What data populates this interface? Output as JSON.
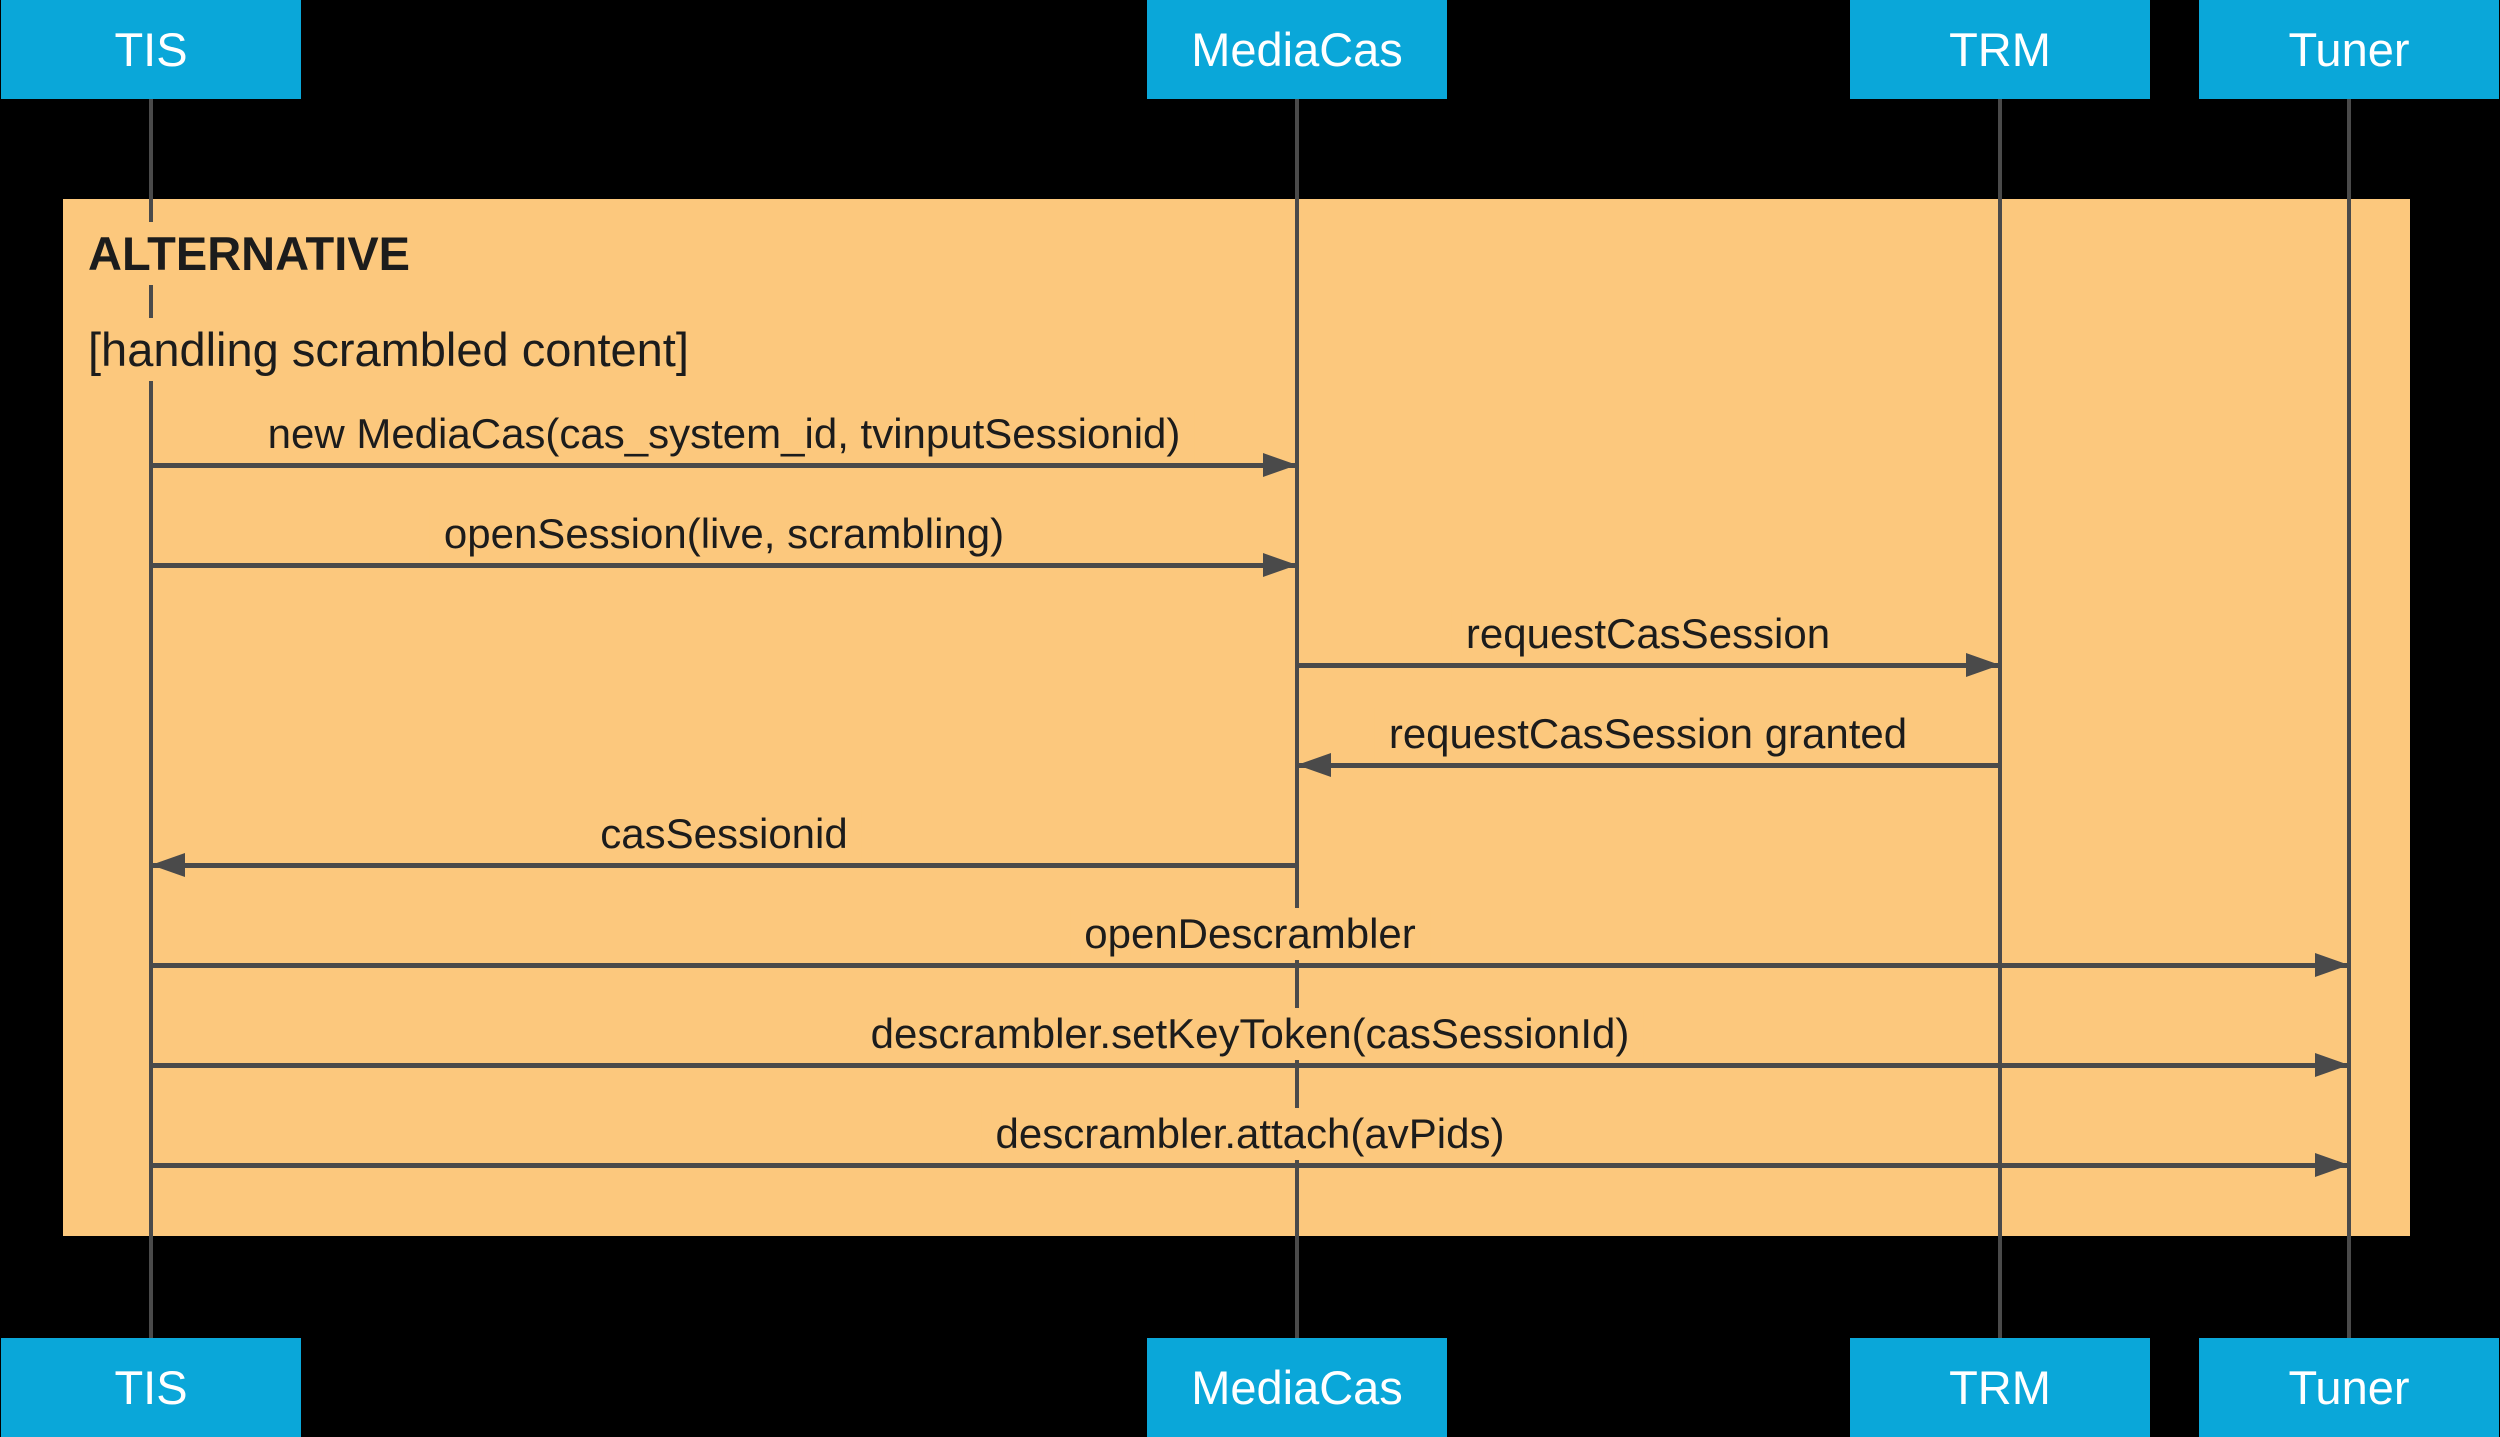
{
  "diagram": {
    "type": "sequence-diagram",
    "fragment": {
      "title": "ALTERNATIVE",
      "condition": "[handling scrambled content]"
    },
    "actors": [
      {
        "id": "tis",
        "label": "TIS"
      },
      {
        "id": "mediacas",
        "label": "MediaCas"
      },
      {
        "id": "trm",
        "label": "TRM"
      },
      {
        "id": "tuner",
        "label": "Tuner"
      }
    ],
    "messages": [
      {
        "from": "TIS",
        "to": "MediaCas",
        "direction": "right",
        "text": "new MediaCas(cas_system_id, tvinputSessionid)"
      },
      {
        "from": "TIS",
        "to": "MediaCas",
        "direction": "right",
        "text": "openSession(live, scrambling)"
      },
      {
        "from": "MediaCas",
        "to": "TRM",
        "direction": "right",
        "text": "requestCasSession"
      },
      {
        "from": "TRM",
        "to": "MediaCas",
        "direction": "left",
        "text": "requestCasSession granted"
      },
      {
        "from": "MediaCas",
        "to": "TIS",
        "direction": "left",
        "text": "casSessionid"
      },
      {
        "from": "TIS",
        "to": "Tuner",
        "direction": "right",
        "text": "openDescrambler"
      },
      {
        "from": "TIS",
        "to": "Tuner",
        "direction": "right",
        "text": "descrambler.setKeyToken(casSessionId)"
      },
      {
        "from": "TIS",
        "to": "Tuner",
        "direction": "right",
        "text": "descrambler.attach(avPids)"
      }
    ]
  },
  "colors": {
    "background": "#000000",
    "actor_fill": "#0aa7d9",
    "actor_text": "#ffffff",
    "fragment_fill": "#fcc87d",
    "line": "#4a4a4a",
    "label_text": "#1c1c1c"
  }
}
